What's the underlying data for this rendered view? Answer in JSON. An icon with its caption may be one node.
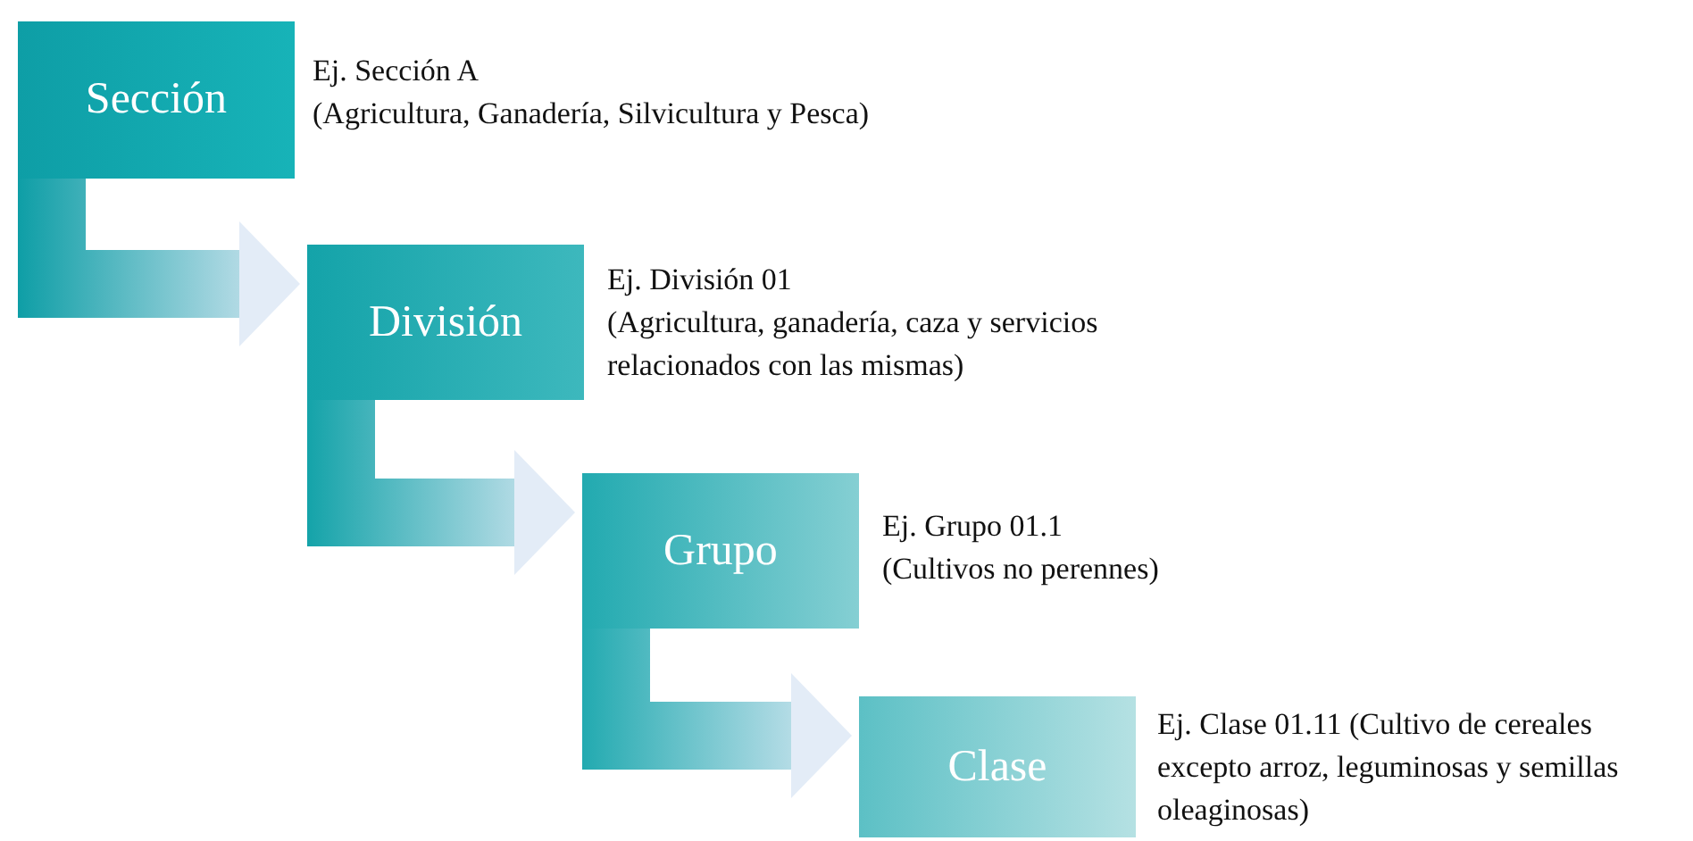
{
  "diagram": {
    "nodes": [
      {
        "text": [
          "Sección"
        ],
        "beside": [
          "Ej. Sección A",
          "(Agricultura, Ganadería, Silvicultura y Pesca)"
        ]
      },
      {
        "text": [
          "División"
        ],
        "beside": [
          "Ej. División 01",
          "(Agricultura, ganadería, caza y servicios relacionados con las mismas)"
        ]
      },
      {
        "text": [
          "Grupo"
        ],
        "beside": [
          "Ej. Grupo 01.1",
          "(Cultivos no perennes)"
        ]
      },
      {
        "text": [
          "Clase"
        ],
        "beside": [
          "Ej. Clase 01.11 (Cultivo de cereales excepto arroz, leguminosas y semillas oleaginosas)"
        ]
      }
    ],
    "edges": [
      {
        "from": 0,
        "to": 1,
        "arrow": "to"
      },
      {
        "from": 1,
        "to": 2,
        "arrow": "to"
      },
      {
        "from": 2,
        "to": 3,
        "arrow": "to"
      }
    ]
  }
}
